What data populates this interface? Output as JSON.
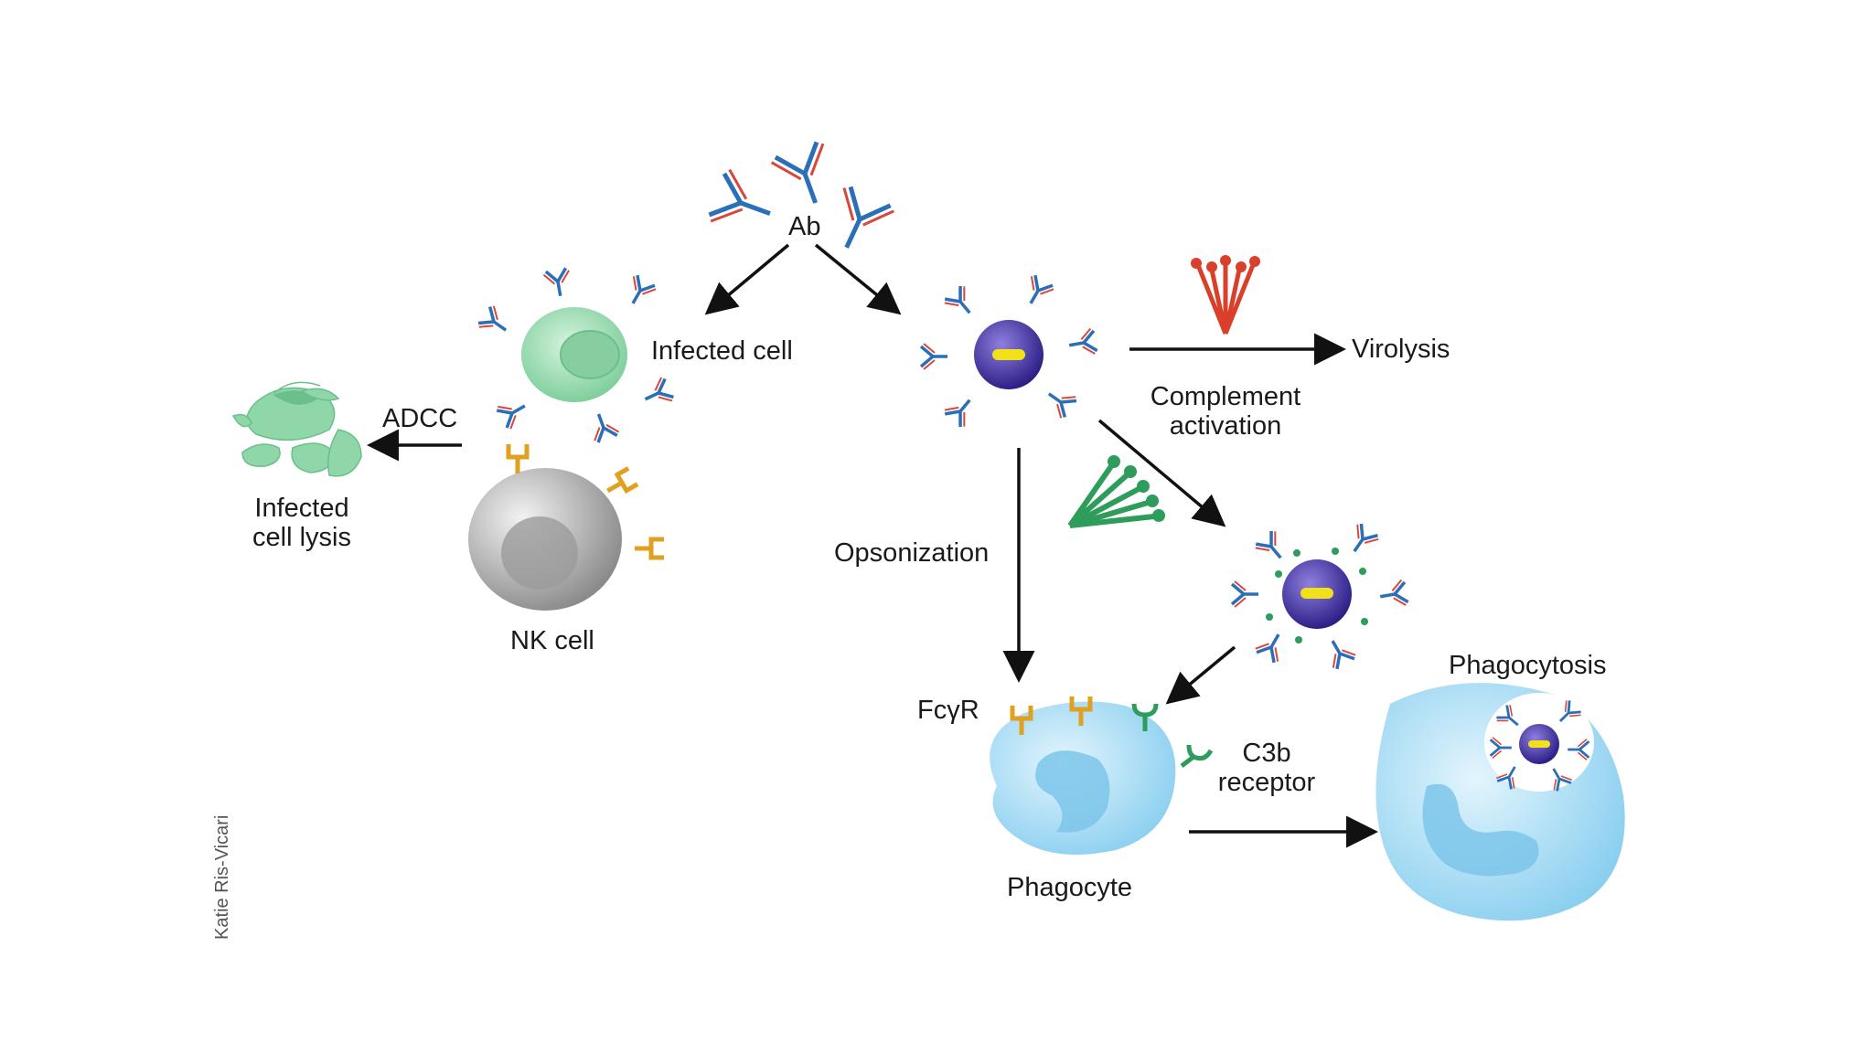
{
  "labels": {
    "ab": "Ab",
    "infected_cell": "Infected cell",
    "adcc": "ADCC",
    "infected_cell_lysis_line1": "Infected",
    "infected_cell_lysis_line2": "cell lysis",
    "nk_cell": "NK cell",
    "virolysis": "Virolysis",
    "complement_line1": "Complement",
    "complement_line2": "activation",
    "opsonization": "Opsonization",
    "fcgr": "FcγR",
    "c3b_line1": "C3b",
    "c3b_line2": "receptor",
    "phagocyte": "Phagocyte",
    "phagocytosis": "Phagocytosis"
  },
  "credit": "Katie Ris-Vicari",
  "colors": {
    "antibody_heavy": "#2a6fb8",
    "antibody_light": "#d8473b",
    "infected_cell": "#8fd6a8",
    "nk_cell": "#9a9a9a",
    "virus": "#4b3aa0",
    "virus_core": "#f2e01a",
    "complement_red": "#d9402b",
    "complement_green": "#2e9c5a",
    "phagocyte": "#a9dcf2",
    "fc_receptor": "#e0a020"
  }
}
